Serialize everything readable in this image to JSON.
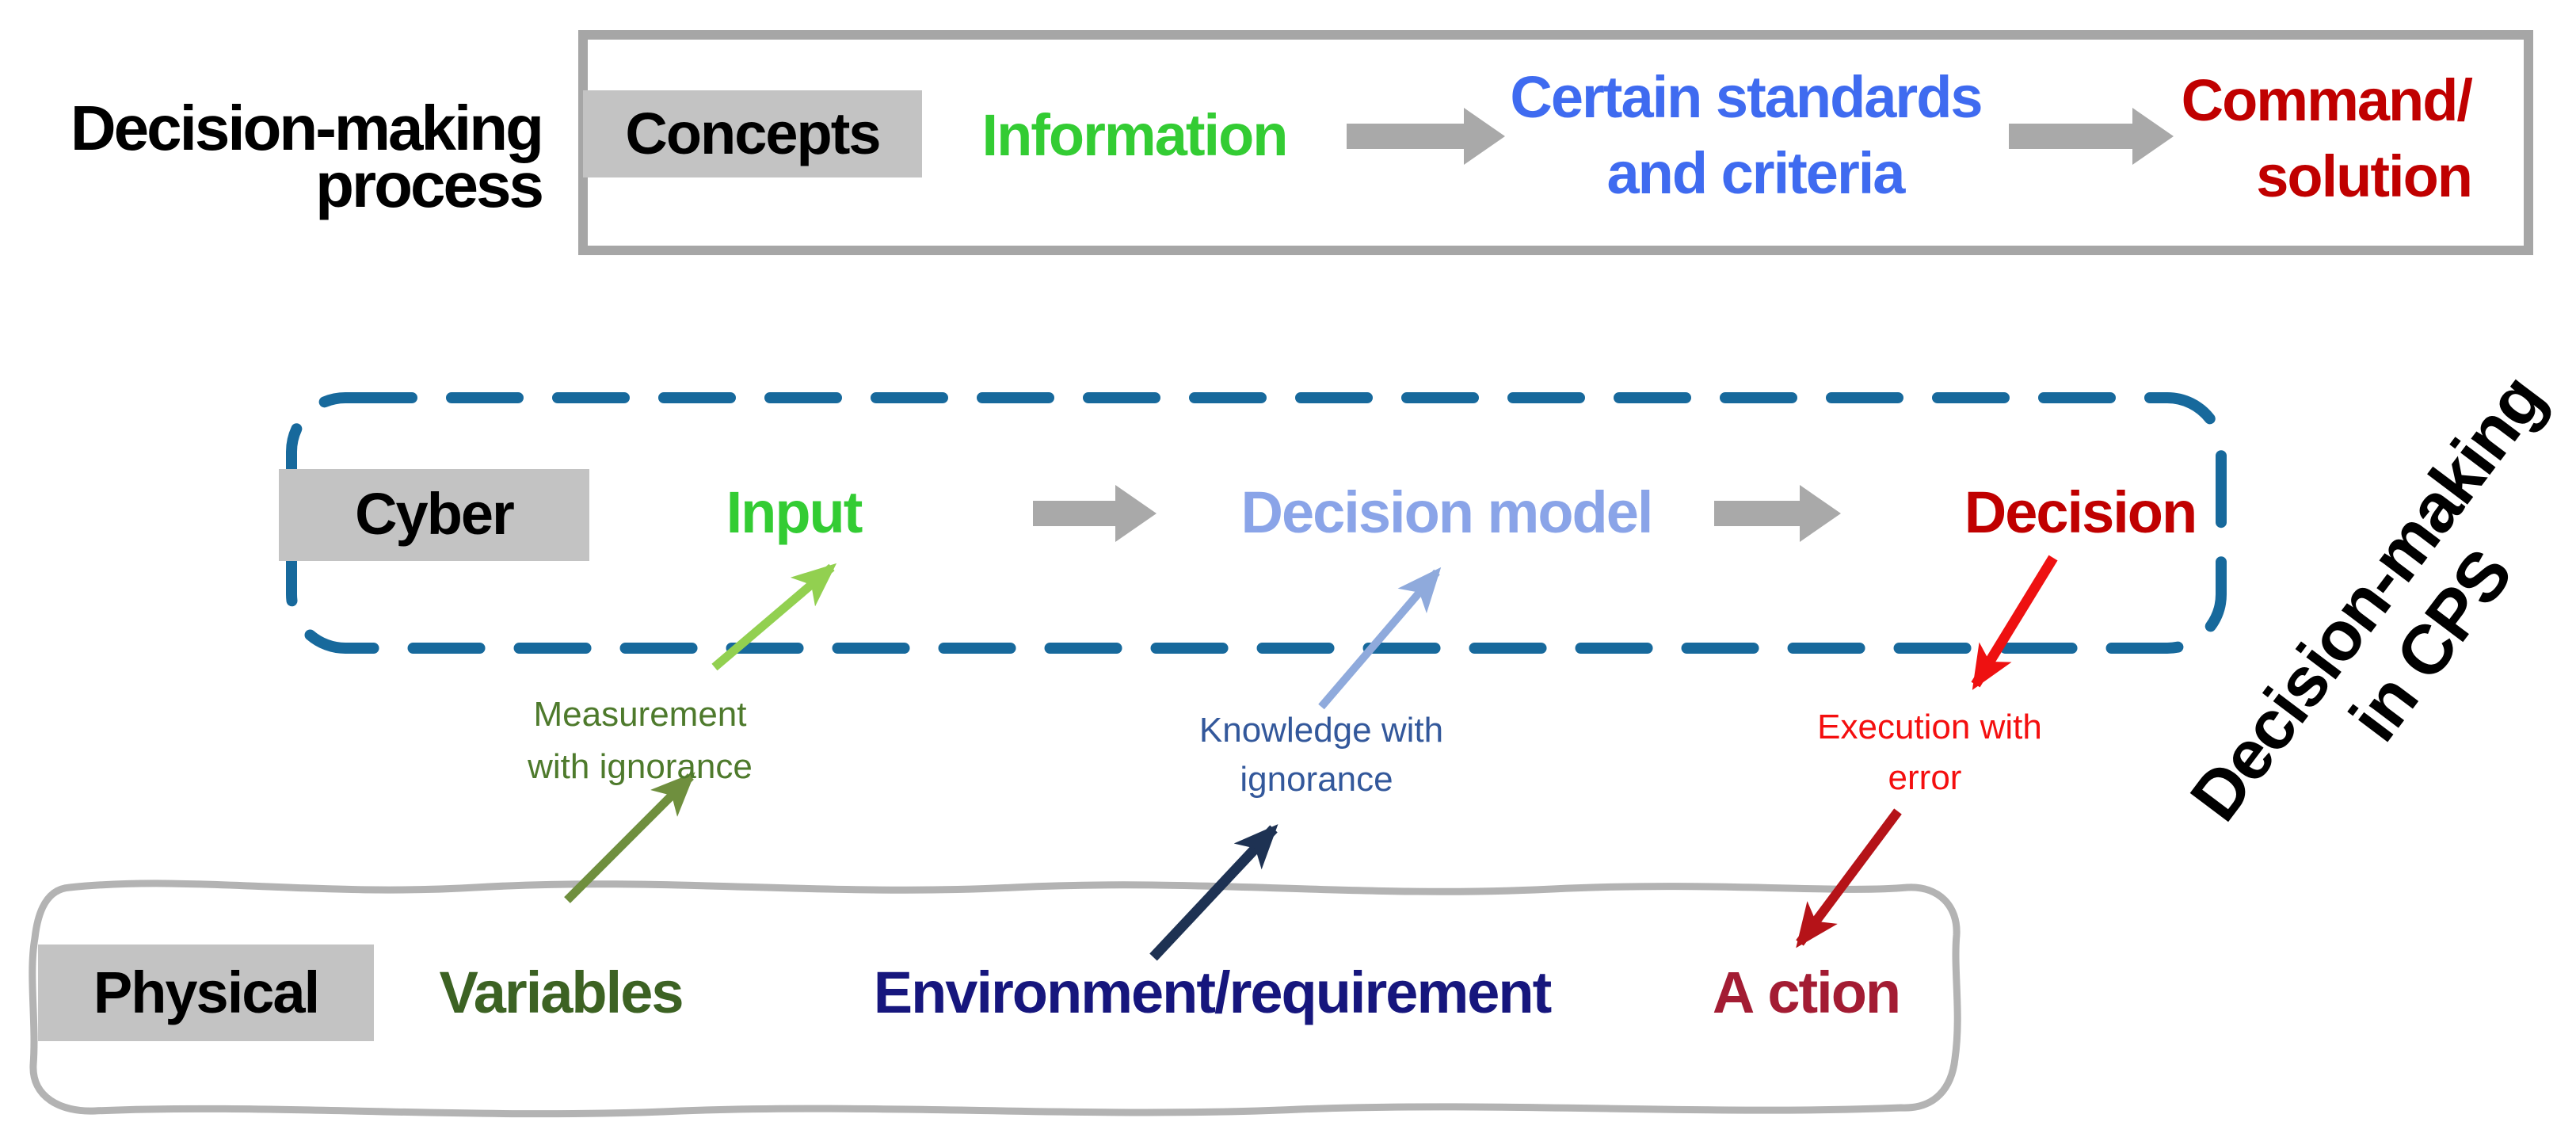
{
  "title": {
    "line1": "Decision-making",
    "line2": "process"
  },
  "top_row": {
    "tag": "Concepts",
    "step1": "Information",
    "step2_line1": "Certain standards",
    "step2_line2": "and criteria",
    "step3_line1": "Command/",
    "step3_line2": "solution"
  },
  "cyber_row": {
    "tag": "Cyber",
    "step1": "Input",
    "step2": "Decision model",
    "step3": "Decision"
  },
  "physical_row": {
    "tag": "Physical",
    "step1": "Variables",
    "step2": "Environment/requirement",
    "step3_first": "A",
    "step3_rest": "ction"
  },
  "connector_labels": {
    "measurement_line1": "Measurement",
    "measurement_line2": "with ignorance",
    "knowledge_line1": "Knowledge with",
    "knowledge_line2": "ignorance",
    "execution_line1": "Execution with",
    "execution_line2": "error"
  },
  "side_label": {
    "line1": "Decision-making",
    "line2": "in CPS"
  },
  "colors": {
    "bright_green_text": "#33cc33",
    "royal_blue_text": "#3f6bf0",
    "light_blue_text": "#8aa4e8",
    "dark_red_text": "#c00000",
    "dark_green_text": "#3c6223",
    "navy_text": "#16167d",
    "crimson_action_text": "#a31c33",
    "measurement_label_green": "#4e7a2c",
    "knowledge_label_blue": "#33589b",
    "execution_label_red": "#f40f0f",
    "dashed_border_blue": "#17699c",
    "wavy_border_gray": "#b3b3b3",
    "outer_box_border_gray": "#a6a6a6",
    "tag_box_gray": "#c3c3c3",
    "flow_arrow_gray": "#a9a9a9",
    "arrow_light_green": "#92d050",
    "arrow_olive_green": "#6f8f3e",
    "arrow_dark_navy": "#1e3253",
    "arrow_light_blue": "#8faadc",
    "arrow_bright_red": "#ee1111",
    "arrow_dark_red": "#b51318"
  }
}
